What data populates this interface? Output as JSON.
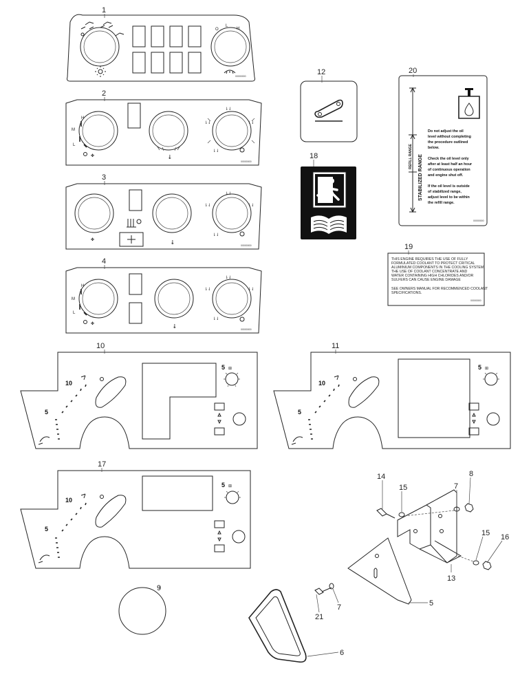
{
  "callouts": {
    "c1": "1",
    "c2": "2",
    "c3": "3",
    "c4": "4",
    "c5": "5",
    "c6": "6",
    "c7a": "7",
    "c7b": "7",
    "c8": "8",
    "c9": "9",
    "c10": "10",
    "c11": "11",
    "c12": "12",
    "c13": "13",
    "c14": "14",
    "c15a": "15",
    "c15b": "15",
    "c16": "16",
    "c17": "17",
    "c18": "18",
    "c19": "19",
    "c20": "20",
    "c21": "21"
  },
  "panel_marks": {
    "h": "H",
    "m": "M",
    "l": "L",
    "o": "O",
    "num10": "10",
    "num5": "5",
    "num5_top": "5"
  },
  "oil_decal": {
    "refill_range": "REFILL RANGE",
    "stabilized_range": "STABILIZED RANGE",
    "para1": [
      "Do not adjust the oil",
      "level without completing",
      "the procedure outlined",
      "below."
    ],
    "para2": [
      "Check the oil level only",
      "after at least half an hour",
      "of continuous operation",
      "and engine shut off."
    ],
    "para3": [
      "If the oil level is outside",
      "of stabilized range,",
      "adjust level to be within",
      "the refill range."
    ]
  },
  "coolant_decal": {
    "lines": [
      "THIS ENGINE REQUIRES THE USE OF FULLY",
      "FORMULATED COOLANT TO PROTECT CRITICAL",
      "ALUMINIUM COMPONENTS IN THE COOLING SYSTEM.",
      "THE USE OF COOLANT CONCENTRATE AND",
      "WATER CONTAINING HIGH CHLORIDES AND/OR",
      "SULFERS CAN CAUSE ENGINE DAMAGE"
    ],
    "lines2": [
      "SEE OWNERS MANUAL FOR RECOMMENCED COOLANT",
      "SPECIFICATIONS."
    ]
  },
  "colors": {
    "ink": "#222222",
    "paper": "#ffffff"
  },
  "icons": [
    "fan-icon",
    "sun-icon",
    "defrost-icon",
    "thermometer-icon",
    "exit-running-man-icon",
    "manual-book-icon",
    "oil-can-icon",
    "lever-icon",
    "seat-airflow-icon"
  ]
}
